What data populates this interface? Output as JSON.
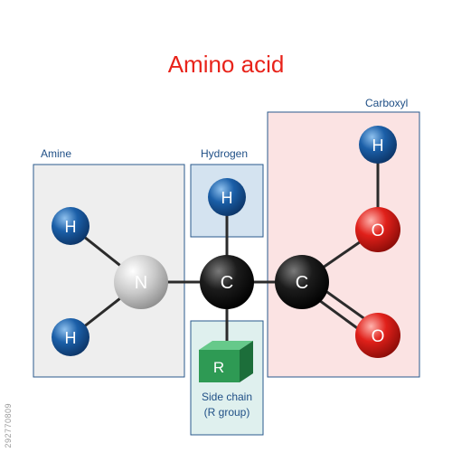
{
  "title": "Amino acid",
  "groups": {
    "amine": "Amine",
    "hydrogen": "Hydrogen",
    "carboxyl": "Carboxyl",
    "side_chain_line1": "Side chain",
    "side_chain_line2": "(R group)"
  },
  "atoms": {
    "amine_h_top": "H",
    "amine_h_bottom": "H",
    "nitrogen": "N",
    "alpha_carbon": "C",
    "alpha_hydrogen": "H",
    "side_chain_r": "R",
    "carboxyl_carbon": "C",
    "hydroxyl_oxygen": "O",
    "hydroxyl_hydrogen": "H",
    "carbonyl_oxygen": "O"
  },
  "stock_id": "292770809",
  "colors": {
    "title": "#e8231a",
    "label": "#1f4f86",
    "hydrogen": "#1b5fa8",
    "nitrogen": "#c8c8c8",
    "carbon": "#1c1c1c",
    "oxygen": "#e0201a",
    "side_chain": "#2e9a54",
    "amine_box": "#eeeeee",
    "hydrogen_box": "#d4e3f0",
    "carboxyl_box": "#fbe3e3",
    "side_chain_box": "#dff0ee"
  }
}
